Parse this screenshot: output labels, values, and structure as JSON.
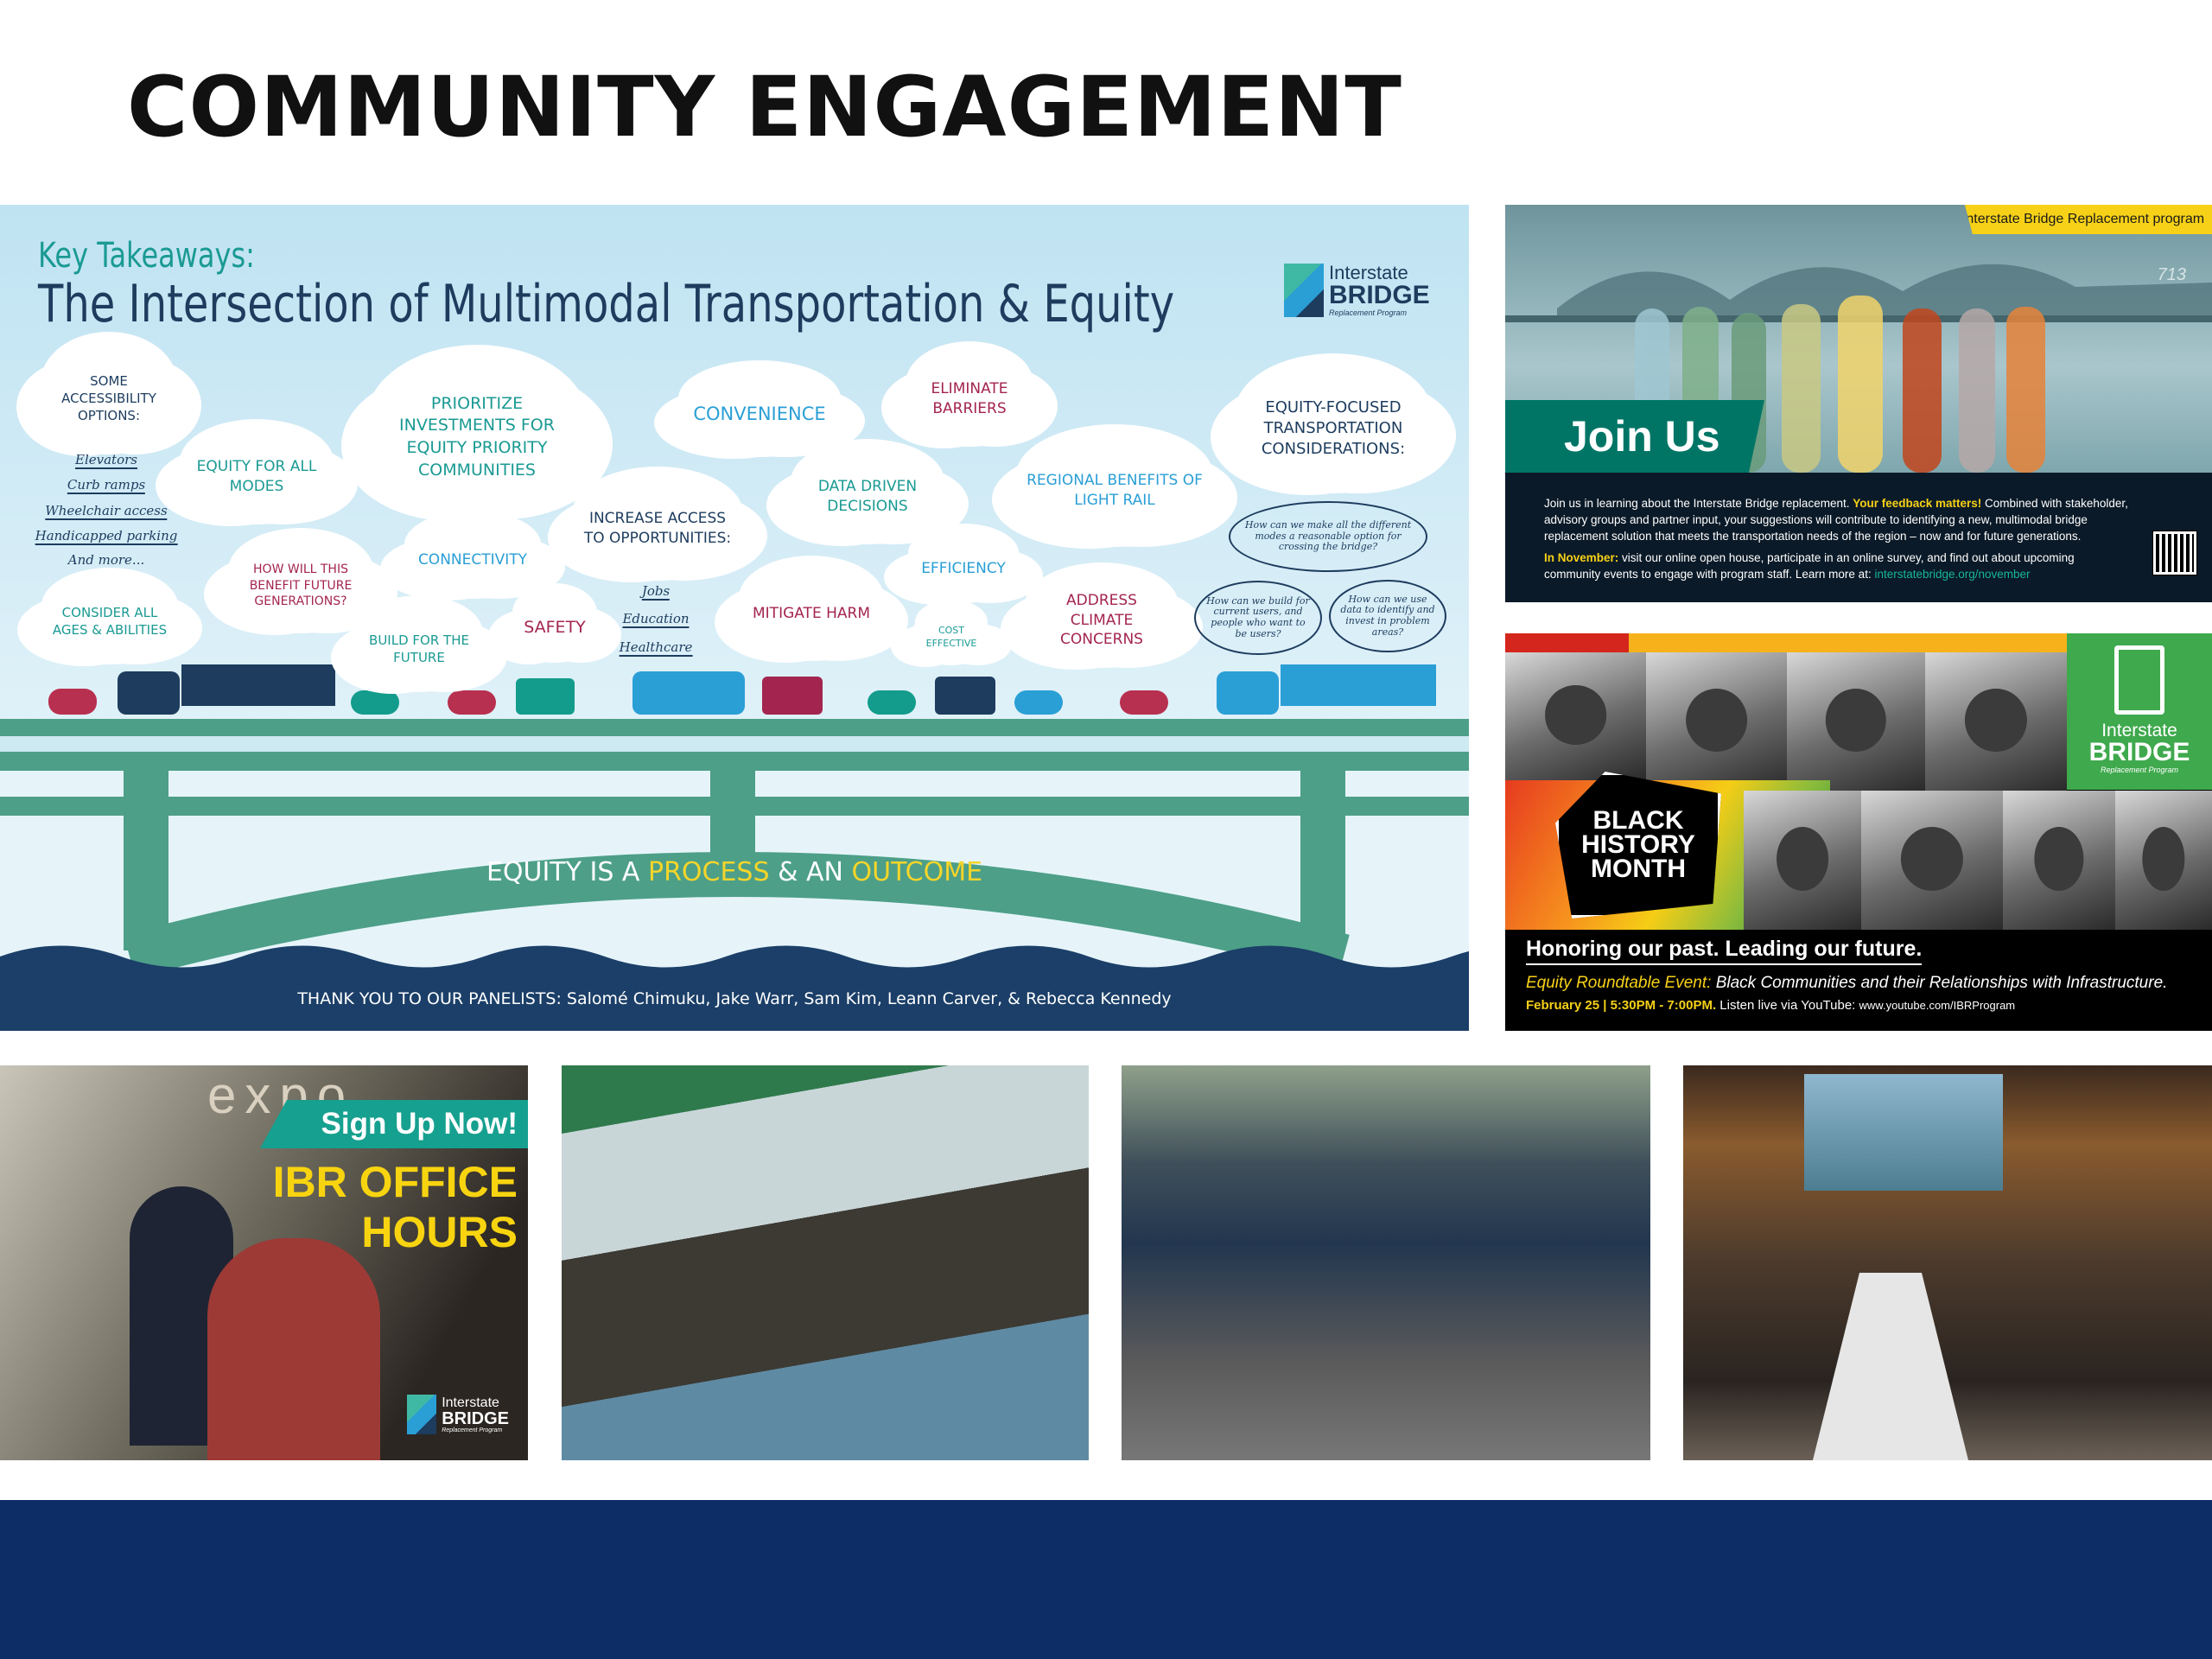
{
  "page": {
    "title": "COMMUNITY ENGAGEMENT"
  },
  "infographic": {
    "kicker": "Key Takeaways:",
    "title": "The Intersection of Multimodal Transportation & Equity",
    "logo": {
      "line1": "Interstate",
      "line2": "BRIDGE",
      "line3": "Replacement Program"
    },
    "clouds": [
      "SOME ACCESSIBILITY OPTIONS:",
      "EQUITY FOR ALL MODES",
      "PRIORITIZE INVESTMENTS FOR EQUITY PRIORITY COMMUNITIES",
      "CONVENIENCE",
      "ELIMINATE BARRIERS",
      "EQUITY-FOCUSED TRANSPORTATION CONSIDERATIONS:",
      "DATA DRIVEN DECISIONS",
      "REGIONAL BENEFITS OF LIGHT RAIL",
      "INCREASE ACCESS TO OPPORTUNITIES:",
      "HOW WILL THIS BENEFIT FUTURE GENERATIONS?",
      "CONNECTIVITY",
      "EFFICIENCY",
      "MITIGATE HARM",
      "ADDRESS CLIMATE CONCERNS",
      "COST EFFECTIVE",
      "SAFETY",
      "BUILD FOR THE FUTURE",
      "CONSIDER ALL AGES & ABILITIES"
    ],
    "accessibility_list": [
      "Elevators",
      "Curb ramps",
      "Wheelchair access",
      "Handicapped parking",
      "And more..."
    ],
    "access_list": [
      "Jobs",
      "Education",
      "Healthcare"
    ],
    "questions": [
      "How can we make all the different modes a reasonable option for crossing the bridge?",
      "How can we build for current users, and people who want to be users?",
      "How can we use data to identify and invest in problem areas?"
    ],
    "arch": {
      "p1": "EQUITY IS A ",
      "p2": "PROCESS",
      "p3": " & AN ",
      "p4": "OUTCOME"
    },
    "thanks": "THANK YOU TO OUR PANELISTS: Salomé Chimuku, Jake Warr, Sam Kim, Leann Carver, & Rebecca Kennedy"
  },
  "join_us": {
    "tag": "Interstate Bridge Replacement program",
    "sign_number": "713",
    "heading": "Join Us",
    "p1a": "Join us in learning about the Interstate Bridge replacement. ",
    "p1b": "Your feedback matters!",
    "p1c": " Combined with stakeholder, advisory groups and partner input, your suggestions will contribute to identifying a new, multimodal bridge replacement solution that meets the transportation needs of the region – now and for future generations.",
    "p2a": "In November:",
    "p2b": " visit our online open house, participate in an online survey, and find out about upcoming community events to engage with program staff. Learn more at: ",
    "p2c": "interstatebridge.org/november"
  },
  "bhm": {
    "badge": "BLACK HISTORY MONTH",
    "logo": {
      "line1": "Interstate",
      "line2": "BRIDGE",
      "line3": "Replacement Program"
    },
    "headline": "Honoring our past. Leading our future.",
    "event_label": "Equity Roundtable Event:",
    "event_title": " Black Communities and their Relationships with Infrastructure.",
    "date": "February 25 | 5:30PM - 7:00PM.",
    "listen": " Listen live via YouTube: ",
    "url": "www.youtube.com/IBRProgram"
  },
  "photos": {
    "office_hours": {
      "banner": "Sign Up Now!",
      "line1": "IBR OFFICE",
      "line2": "HOURS",
      "sign": "expo",
      "logo": {
        "line1": "Interstate",
        "line2": "BRIDGE",
        "line3": "Replacement Program"
      }
    }
  },
  "colors": {
    "teal": "#1a9a93",
    "navy": "#1d3c5e",
    "magenta": "#a3254f",
    "blue": "#2a9fd6",
    "footer": "#0d2d67",
    "yellow": "#f7d117"
  }
}
